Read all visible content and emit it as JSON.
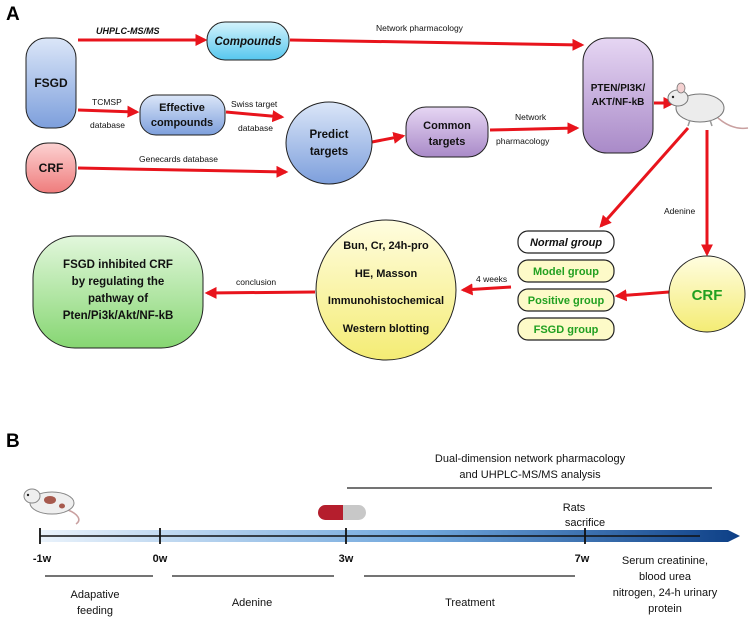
{
  "panel_a": {
    "label": "A",
    "nodes": {
      "fsgd": "FSGD",
      "crf_source": "CRF",
      "compounds": "Compounds",
      "effective_1": "Effective",
      "effective_2": "compounds",
      "predict_1": "Predict",
      "predict_2": "targets",
      "common_1": "Common",
      "common_2": "targets",
      "pathway_1": "PTEN/PI3K/",
      "pathway_2": "AKT/NF-kB",
      "crf_model": "CRF",
      "assays": [
        "Bun, Cr, 24h-pro",
        "HE, Masson",
        "Immunohistochemical",
        "Western blotting"
      ],
      "conclusion_box": [
        "FSGD inhibited CRF",
        "by regulating the",
        "pathway of",
        "Pten/Pi3k/Akt/NF-kB"
      ]
    },
    "groups": [
      "Normal group",
      "Model group",
      "Positive group",
      "FSGD group"
    ],
    "edge_labels": {
      "uhplc": "UHPLC-MS/MS",
      "network_top": "Network pharmacology",
      "tcmsp_1": "TCMSP",
      "tcmsp_2": "database",
      "swiss_1": "Swiss target",
      "swiss_2": "database",
      "genecards": "Genecards database",
      "network_mid_1": "Network",
      "network_mid_2": "pharmacology",
      "adenine": "Adenine",
      "four_weeks": "4 weeks",
      "conclusion": "conclusion"
    }
  },
  "panel_b": {
    "label": "B",
    "top_text_1": "Dual-dimension network pharmacology",
    "top_text_2": "and UHPLC-MS/MS analysis",
    "rats_1": "Rats",
    "rats_2": "sacrifice",
    "ticks": [
      "-1w",
      "0w",
      "3w",
      "7w"
    ],
    "phases": {
      "adaptive_1": "Adapative",
      "adaptive_2": "feeding",
      "adenine": "Adenine",
      "treatment": "Treatment"
    },
    "endpoints": [
      "Serum creatinine,",
      "blood urea",
      "nitrogen, 24-h urinary",
      "protein"
    ]
  },
  "colors": {
    "arrow": "#e8141c",
    "purple": "#c9a9e0",
    "blue": "#9cb9ea",
    "cyan": "#7fd9f5",
    "pink": "#f49a9a",
    "yellow": "#fbf7a0",
    "green": "#aee5a0",
    "group_green": "#21a021"
  }
}
